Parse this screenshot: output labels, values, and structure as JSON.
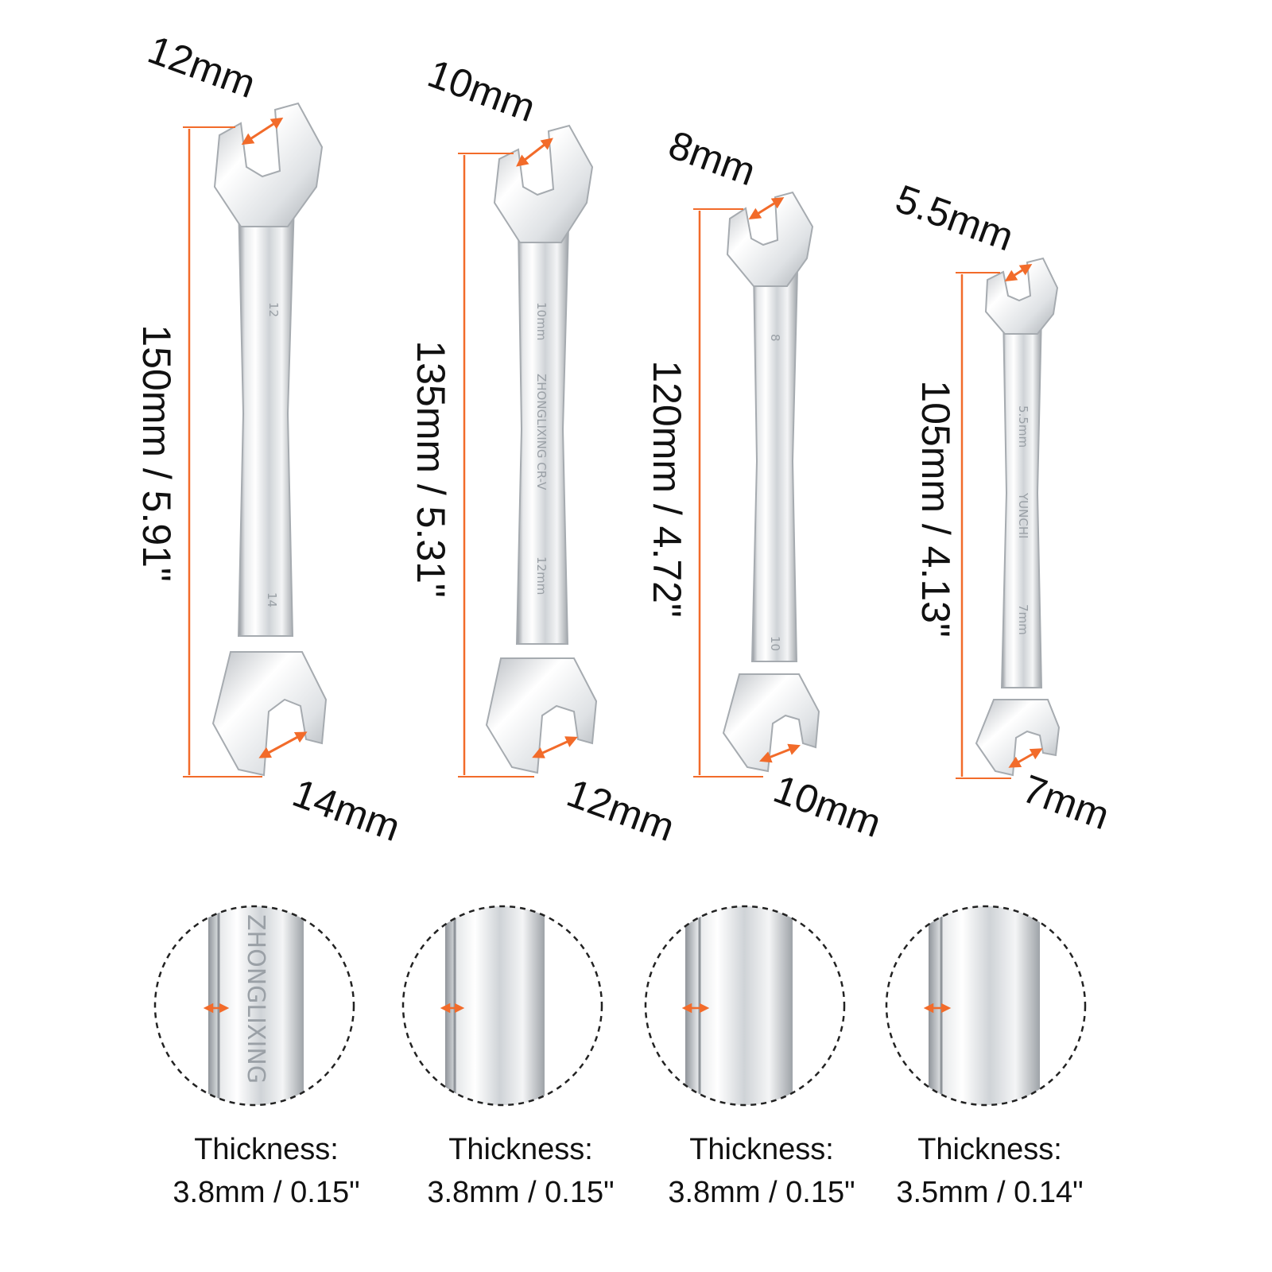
{
  "accent_color": "#f26b2a",
  "wrenches": [
    {
      "top_opening": "12mm",
      "bottom_opening": "14mm",
      "length": "150mm / 5.91\"",
      "stamp_top": "12",
      "stamp_bottom": "14"
    },
    {
      "top_opening": "10mm",
      "bottom_opening": "12mm",
      "length": "135mm / 5.31\"",
      "stamp_top": "10mm",
      "stamp_mid": "ZHONGLIXING CR-V",
      "stamp_bottom": "12mm"
    },
    {
      "top_opening": "8mm",
      "bottom_opening": "10mm",
      "length": "120mm / 4.72\"",
      "stamp_top": "8",
      "stamp_bottom": "10"
    },
    {
      "top_opening": "5.5mm",
      "bottom_opening": "7mm",
      "length": "105mm / 4.13\"",
      "stamp_top": "5.5mm",
      "stamp_mid": "YUNCHI",
      "stamp_bottom": "7mm"
    }
  ],
  "thickness": [
    {
      "label": "Thickness:",
      "value": "3.8mm / 0.15\"",
      "stamp": "ZHONGLIXING"
    },
    {
      "label": "Thickness:",
      "value": "3.8mm / 0.15\""
    },
    {
      "label": "Thickness:",
      "value": "3.8mm / 0.15\""
    },
    {
      "label": "Thickness:",
      "value": "3.5mm / 0.14\""
    }
  ]
}
